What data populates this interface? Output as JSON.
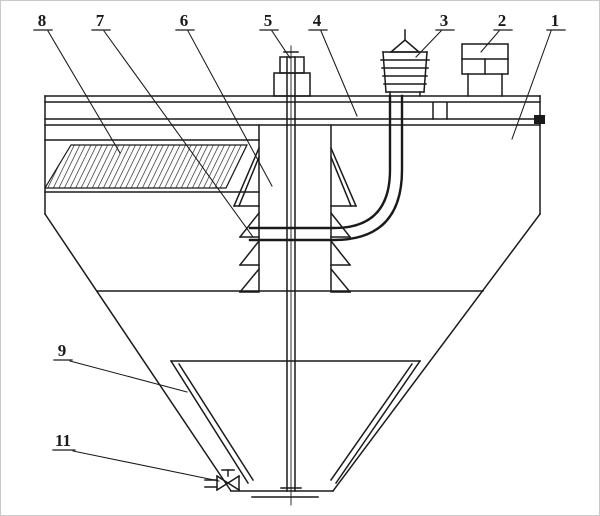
{
  "figure": {
    "colors": {
      "background": "#ffffff",
      "line": "#1a1a1a"
    },
    "labels": [
      {
        "text": "8",
        "target": "inclined-plate-pack"
      },
      {
        "text": "7",
        "target": "deflector-fins"
      },
      {
        "text": "6",
        "target": "feedwell-column"
      },
      {
        "text": "5",
        "target": "shaft-top-coupling"
      },
      {
        "text": "4",
        "target": "bridge-deck"
      },
      {
        "text": "3",
        "target": "drive-motor"
      },
      {
        "text": "2",
        "target": "header-box"
      },
      {
        "text": "1",
        "target": "tank-shell"
      },
      {
        "text": "9",
        "target": "inner-cone"
      },
      {
        "text": "11",
        "target": "discharge-valve"
      }
    ]
  }
}
